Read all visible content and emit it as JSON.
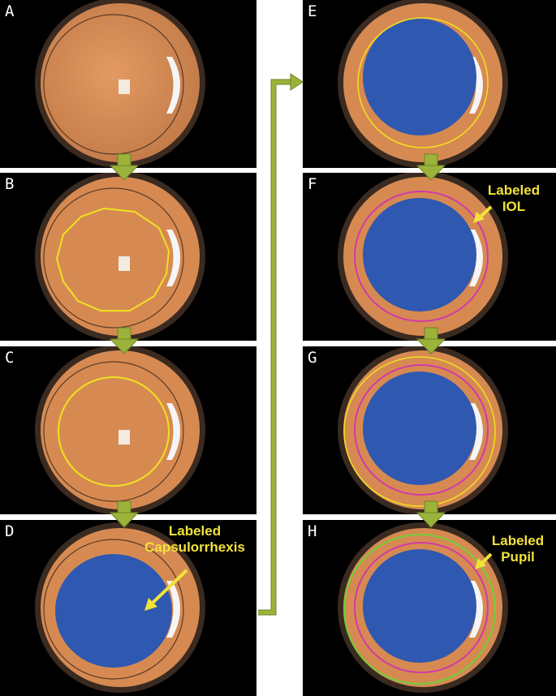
{
  "panels": [
    {
      "id": "A",
      "letter": "A"
    },
    {
      "id": "B",
      "letter": "B"
    },
    {
      "id": "C",
      "letter": "C"
    },
    {
      "id": "D",
      "letter": "D"
    },
    {
      "id": "E",
      "letter": "E"
    },
    {
      "id": "F",
      "letter": "F"
    },
    {
      "id": "G",
      "letter": "G"
    },
    {
      "id": "H",
      "letter": "H"
    }
  ],
  "annotations": {
    "capsulorrhexis": {
      "line1": "Labeled",
      "line2": "Capsulorrhexis"
    },
    "iol": {
      "line1": "Labeled",
      "line2": "IOL"
    },
    "pupil": {
      "line1": "Labeled",
      "line2": "Pupil"
    }
  },
  "colors": {
    "fundus_orange": "#d98a52",
    "mask_blue": "#2f58b0",
    "capsulorrhexis_outline": "#f0e020",
    "iol_outline": "#d03aa8",
    "pupil_outline": "#6fcf3a",
    "arrow_green": "#9bb33a",
    "label_yellow": "#f2e23a"
  }
}
